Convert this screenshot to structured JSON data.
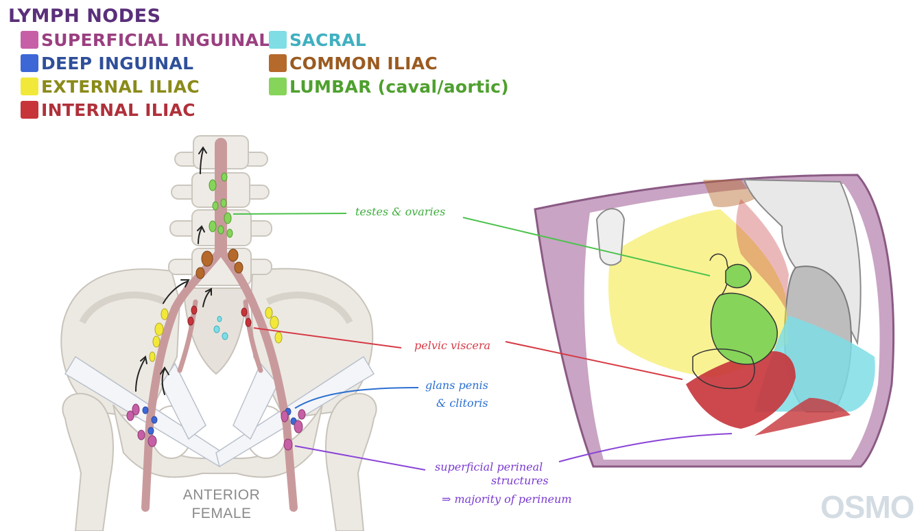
{
  "title": "LYMPH NODES",
  "legend": [
    {
      "label": "SUPERFICIAL INGUINAL",
      "color": "#c75fa6",
      "text_color": "#9a3f80"
    },
    {
      "label": "DEEP INGUINAL",
      "color": "#3d67d6",
      "text_color": "#2f4f9a"
    },
    {
      "label": "EXTERNAL ILIAC",
      "color": "#f2e83a",
      "text_color": "#8a8a1a"
    },
    {
      "label": "INTERNAL ILIAC",
      "color": "#c7343a",
      "text_color": "#b0303a"
    },
    {
      "label": "SACRAL",
      "color": "#7fdde6",
      "text_color": "#3fb0c0"
    },
    {
      "label": "COMMON ILIAC",
      "color": "#b5692a",
      "text_color": "#9a5a20"
    },
    {
      "label": "LUMBAR (caval/aortic)",
      "color": "#86d45a",
      "text_color": "#4ea02e"
    }
  ],
  "notes": {
    "testes_ovaries": "testes & ovaries",
    "pelvic_viscera": "pelvic viscera",
    "glans_line1": "glans penis",
    "glans_line2": "& clitoris",
    "perineal_line1": "superficial perineal",
    "perineal_line2": "structures",
    "perineal_line3": "⇒ majority of perineum"
  },
  "view_label": {
    "line1": "ANTERIOR",
    "line2": "FEMALE"
  },
  "logo": "OSMOS"
}
